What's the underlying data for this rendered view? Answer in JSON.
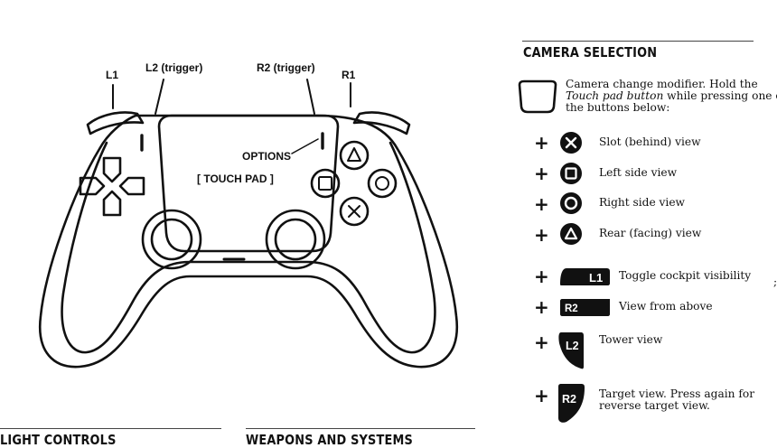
{
  "controller": {
    "labels": {
      "l1": "L1",
      "l2": "L2 (trigger)",
      "r2": "R2 (trigger)",
      "r1": "R1",
      "options": "OPTIONS",
      "touchpad": "[ TOUCH PAD ]"
    }
  },
  "camera_selection": {
    "title": "CAMERA SELECTION",
    "modifier_text": {
      "line1": "Camera change modifier. Hold the",
      "line2_italic": "Touch pad button",
      "line2_rest": " while pressing one of",
      "line3": "the buttons below:"
    },
    "plus_symbol": "+",
    "items": [
      {
        "icon": "cross-button-icon",
        "label": "Slot (behind) view"
      },
      {
        "icon": "square-button-icon",
        "label": "Left side view"
      },
      {
        "icon": "circle-button-icon",
        "label": "Right side view"
      },
      {
        "icon": "triangle-button-icon",
        "label": "Rear (facing) view"
      },
      {
        "icon": "l1-button-icon",
        "button_text": "L1",
        "label": "Toggle cockpit visibility"
      },
      {
        "icon": "r2-button-icon",
        "button_text": "R2",
        "label": "View from above"
      },
      {
        "icon": "l2-trigger-icon",
        "button_text": "L2",
        "label": "Tower view"
      },
      {
        "icon": "r2-trigger-icon",
        "button_text": "R2",
        "label_line1": "Target view. Press again for",
        "label_line2": "reverse target view."
      }
    ]
  },
  "bottom_sections": {
    "left_title": "LIGHT CONTROLS",
    "right_title": "WEAPONS AND SYSTEMS"
  },
  "edge_mark": ";"
}
